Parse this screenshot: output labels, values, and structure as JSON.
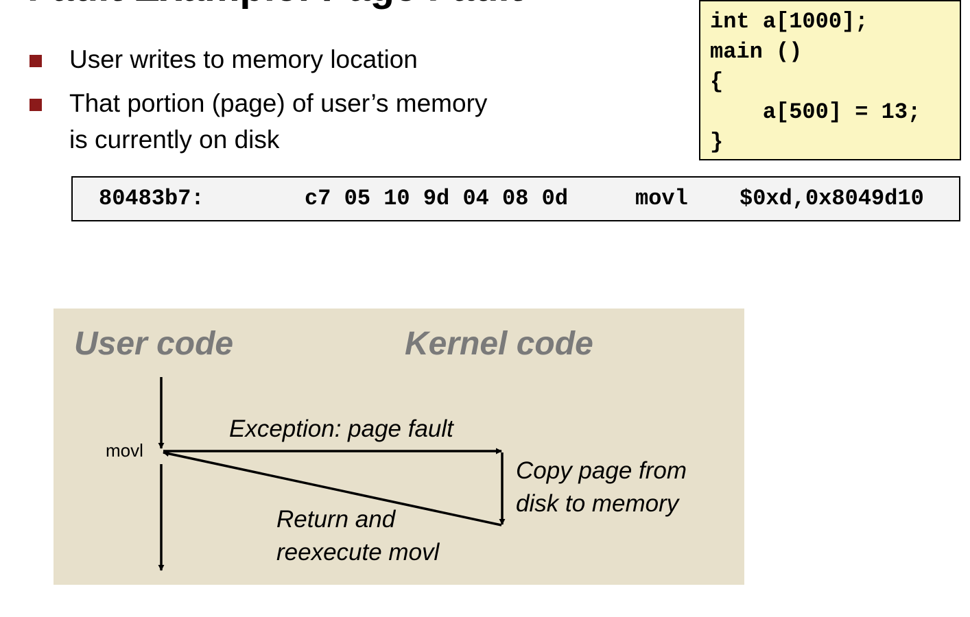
{
  "slide": {
    "title": "Fault Example: Page Fault",
    "bullets": [
      "User writes to memory location",
      "That portion (page) of user’s memory",
      "is currently on disk"
    ]
  },
  "code": {
    "lines": [
      "int a[1000];",
      "main ()",
      "{",
      "    a[500] = 13;",
      "}"
    ]
  },
  "instruction": {
    "address": "80483b7:",
    "bytes": "c7 05 10 9d 04 08 0d",
    "mnemonic": "movl",
    "operands": "$0xd,0x8049d10"
  },
  "diagram": {
    "user_heading": "User code",
    "kernel_heading": "Kernel code",
    "movl_label": "movl",
    "exception_label": "Exception: page fault",
    "copy_label_1": "Copy page from",
    "copy_label_2": "disk to memory",
    "return_label_1": "Return and",
    "return_label_2": "reexecute movl"
  },
  "colors": {
    "bullet": "#8b1a1a",
    "code_bg": "#fbf6c2",
    "diagram_bg": "#e7e0cb",
    "heading_gray": "#7a7a7a"
  }
}
